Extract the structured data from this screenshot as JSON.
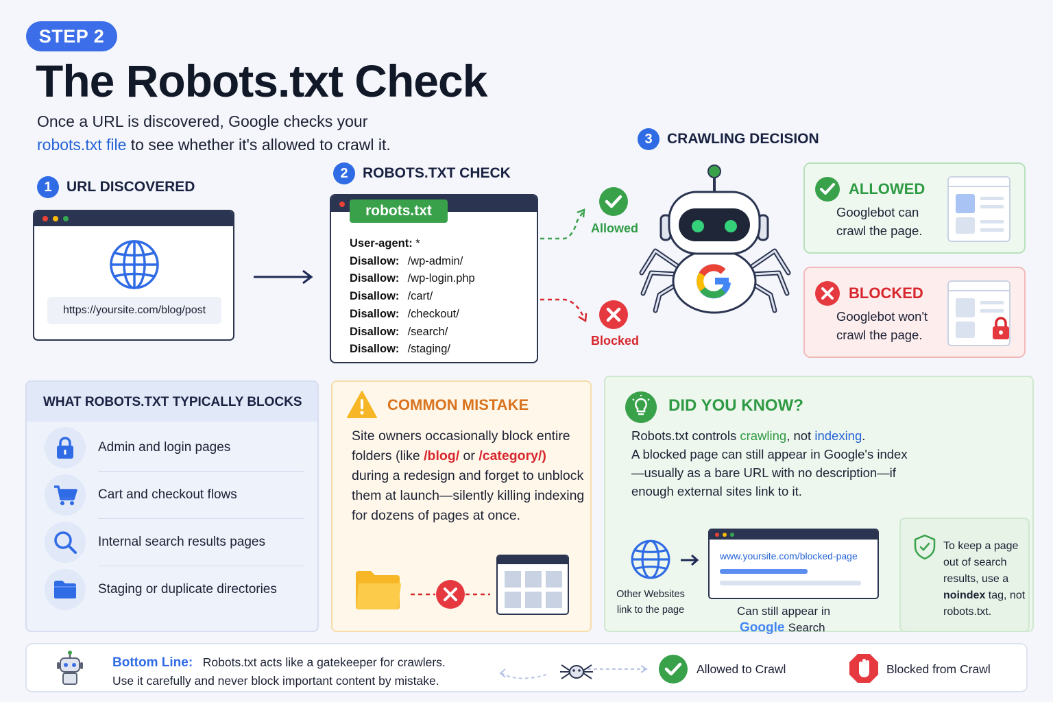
{
  "step_label": "STEP 2",
  "title": "The Robots.txt Check",
  "subtitle": {
    "line1": "Once a URL is discovered, Google checks your",
    "link": "robots.txt file",
    "line2_rest": " to see whether it's allowed to crawl it."
  },
  "sections": {
    "s1": {
      "num": "1",
      "label": "URL DISCOVERED"
    },
    "s2": {
      "num": "2",
      "label": "ROBOTS.TXT CHECK"
    },
    "s3": {
      "num": "3",
      "label": "CRAWLING DECISION"
    }
  },
  "url": "https://yoursite.com/blog/post",
  "robots_file": {
    "tab": "robots.txt",
    "lines": [
      {
        "key": "User-agent:",
        "val": " *"
      },
      {
        "key": "Disallow:",
        "val": " /wp-admin/"
      },
      {
        "key": "Disallow:",
        "val": " /wp-login.php"
      },
      {
        "key": "Disallow:",
        "val": " /cart/"
      },
      {
        "key": "Disallow:",
        "val": " /checkout/"
      },
      {
        "key": "Disallow:",
        "val": " /search/"
      },
      {
        "key": "Disallow:",
        "val": " /staging/"
      }
    ]
  },
  "decision": {
    "allowed_label": "Allowed",
    "blocked_label": "Blocked"
  },
  "outcomes": {
    "allowed": {
      "title": "ALLOWED",
      "text": "Googlebot can crawl the page."
    },
    "blocked": {
      "title": "BLOCKED",
      "text": "Googlebot won't crawl the page."
    }
  },
  "typical_blocks": {
    "heading": "WHAT ROBOTS.TXT TYPICALLY BLOCKS",
    "items": [
      {
        "icon": "lock-icon",
        "label": "Admin and login pages"
      },
      {
        "icon": "cart-icon",
        "label": "Cart and checkout flows"
      },
      {
        "icon": "search-icon",
        "label": "Internal search results pages"
      },
      {
        "icon": "folder-icon",
        "label": "Staging or duplicate directories"
      }
    ]
  },
  "mistake": {
    "heading": "COMMON MISTAKE",
    "t1": "Site owners occasionally block entire folders (like ",
    "r1": "/blog/",
    "t2": " or ",
    "r2": "/category/)",
    "t3": " during a redesign and forget to unblock them at launch—silently killing indexing for dozens of pages at once."
  },
  "did_you_know": {
    "heading": "DID YOU KNOW?",
    "t1": "Robots.txt controls ",
    "g1": "crawling",
    "t2": ", not ",
    "b1": "indexing",
    "t3": ".",
    "t4": "A blocked page can still appear in Google's index—usually as a bare URL with no description—if enough external sites link to it.",
    "other_sites": "Other Websites link to the page",
    "result_url": "www.yoursite.com/blocked-page",
    "can_appear": "Can still appear in",
    "google_word": "Google",
    "search_word": "Search",
    "tip1": "To keep a page out of search results, use a ",
    "tip_bold": "noindex",
    "tip2": " tag, not robots.txt."
  },
  "bottom": {
    "label": "Bottom Line:",
    "line1": "Robots.txt acts like a gatekeeper for crawlers.",
    "line2": "Use it carefully and never block important content by mistake.",
    "allowed": "Allowed to Crawl",
    "blocked": "Blocked from Crawl"
  },
  "colors": {
    "accent": "#2f6be5",
    "green": "#2e9a43",
    "red": "#d8262d",
    "orange": "#d9731f",
    "dark": "#2b3450"
  }
}
